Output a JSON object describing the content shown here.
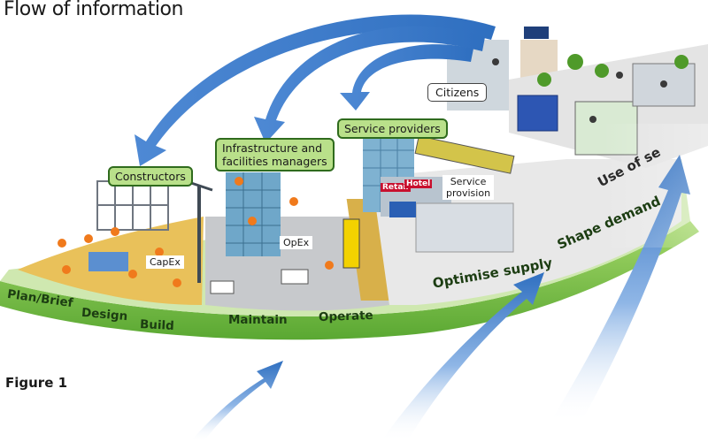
{
  "title": "Flow of information",
  "figure_label": "Figure 1",
  "labels": {
    "constructors": "Constructors",
    "infra_managers_line1": "Infrastructure and",
    "infra_managers_line2": "facilities managers",
    "service_providers": "Service providers",
    "citizens": "Citizens",
    "capex": "CapEx",
    "opex": "OpEx",
    "service_provision_line1": "Service",
    "service_provision_line2": "provision",
    "retail": "Retail",
    "hotel": "Hotel"
  },
  "stages": {
    "plan_brief": "Plan/Brief",
    "design": "Design",
    "build": "Build",
    "maintain": "Maintain",
    "operate": "Operate",
    "optimise_supply": "Optimise supply",
    "shape_demand": "Shape demand",
    "use_of_services": "Use of se"
  },
  "colors": {
    "band_green": "#7cc242",
    "band_dark": "#4f9a2a",
    "arrow_blue": "#2f6fc0",
    "label_green": "#b9e08a"
  }
}
